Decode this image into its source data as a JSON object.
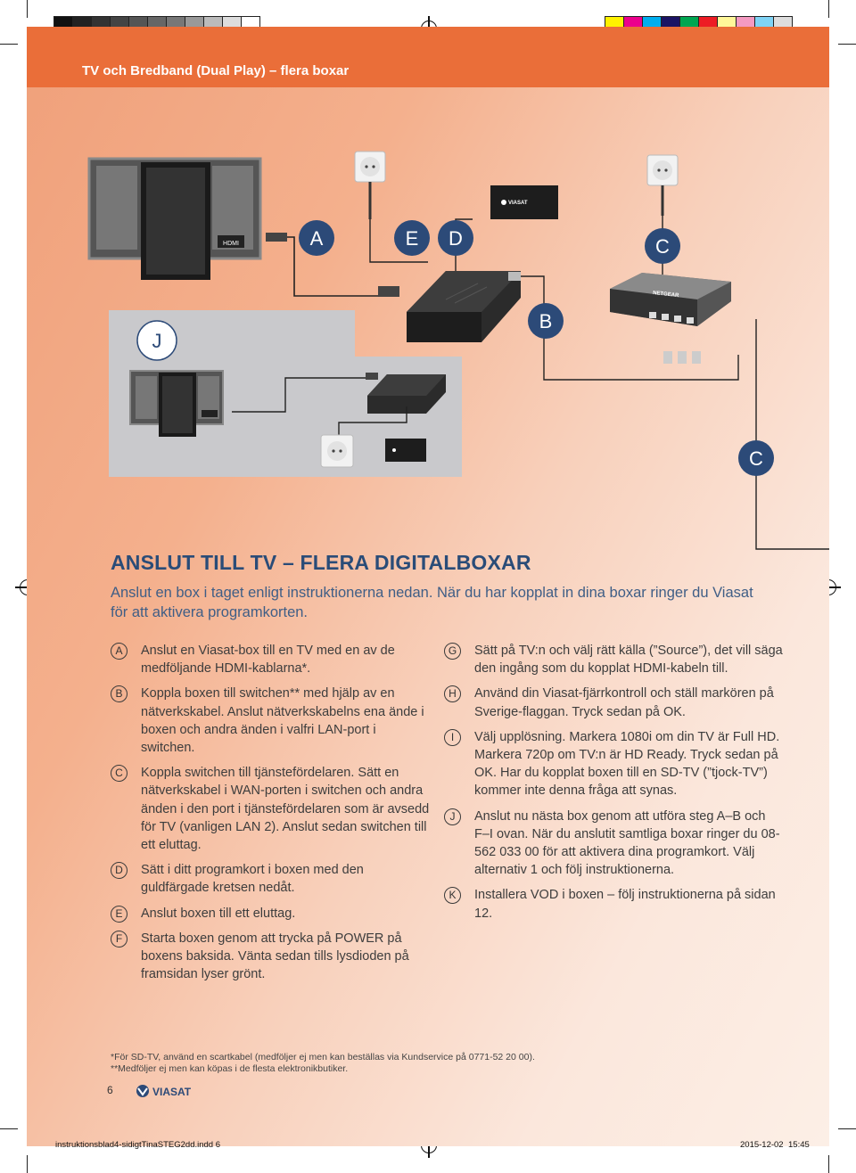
{
  "header": {
    "title": "TV och Bredband (Dual Play) – flera boxar"
  },
  "diagram": {
    "labels": [
      "A",
      "E",
      "D",
      "C",
      "B",
      "J",
      "C"
    ],
    "hdmi_label": "HDMI",
    "brand_small": "VIASAT",
    "switch_brand": "NETGEAR"
  },
  "section": {
    "title": "ANSLUT TILL TV – FLERA DIGITALBOXAR",
    "lead": "Anslut en box i taget enligt instruktionerna nedan. När du har kopplat in dina boxar ringer du Viasat för att aktivera programkorten."
  },
  "steps_left": [
    {
      "letter": "A",
      "text": "Anslut en Viasat-box till en TV med en av de medföljande HDMI-kablarna*."
    },
    {
      "letter": "B",
      "text": "Koppla boxen till switchen** med hjälp av en nätverkskabel. Anslut nätverkskabelns ena ände i boxen och andra änden i valfri LAN-port i switchen."
    },
    {
      "letter": "C",
      "text": "Koppla switchen till tjänstefördelaren. Sätt en nätverkskabel i WAN-porten i switchen och andra änden i den port i tjänstefördelaren som är avsedd för TV (vanligen LAN 2). Anslut sedan switchen till ett eluttag."
    },
    {
      "letter": "D",
      "text": "Sätt i ditt programkort i boxen med den guldfärgade kretsen nedåt."
    },
    {
      "letter": "E",
      "text": "Anslut boxen till ett eluttag."
    },
    {
      "letter": "F",
      "text": "Starta boxen genom att trycka på POWER på boxens baksida. Vänta sedan tills lysdioden på framsidan lyser grönt."
    }
  ],
  "steps_right": [
    {
      "letter": "G",
      "text": "Sätt på TV:n och välj rätt källa (”Source”), det vill säga den ingång som du kopplat HDMI-kabeln till."
    },
    {
      "letter": "H",
      "text": "Använd din Viasat-fjärrkontroll och ställ markören på Sverige-flaggan. Tryck sedan på OK."
    },
    {
      "letter": "I",
      "text": "Välj upplösning. Markera 1080i om din TV är Full HD. Markera 720p om TV:n är HD Ready. Tryck sedan på OK. Har du kopplat boxen till en SD-TV (”tjock-TV”) kommer inte denna fråga att synas."
    },
    {
      "letter": "J",
      "text": "Anslut nu nästa box genom att utföra steg A–B och F–I ovan. När du anslutit samtliga boxar ringer du 08-562 033 00 för att aktivera dina programkort. Välj alternativ 1 och följ instruktionerna."
    },
    {
      "letter": "K",
      "text": "Installera VOD i boxen – följ instruktionerna på sidan 12."
    }
  ],
  "footnotes": [
    "*För SD-TV, använd en scartkabel (medföljer ej men kan beställas via Kundservice på 0771-52 20 00).",
    "**Medföljer ej men kan köpas i de flesta elektronikbutiker."
  ],
  "footer": {
    "page_number": "6",
    "logo_text": "VIASAT"
  },
  "print_slug": {
    "file": "instruktionsblad4-sidigtTinaSTEG2dd.indd 6",
    "date": "2015-12-02",
    "time": "15:45"
  },
  "colors": {
    "accent_orange": "#ea6e39",
    "navy": "#2a4c78",
    "label_circle": "#2c4a78",
    "panel_grey": "#c9c9cc"
  }
}
